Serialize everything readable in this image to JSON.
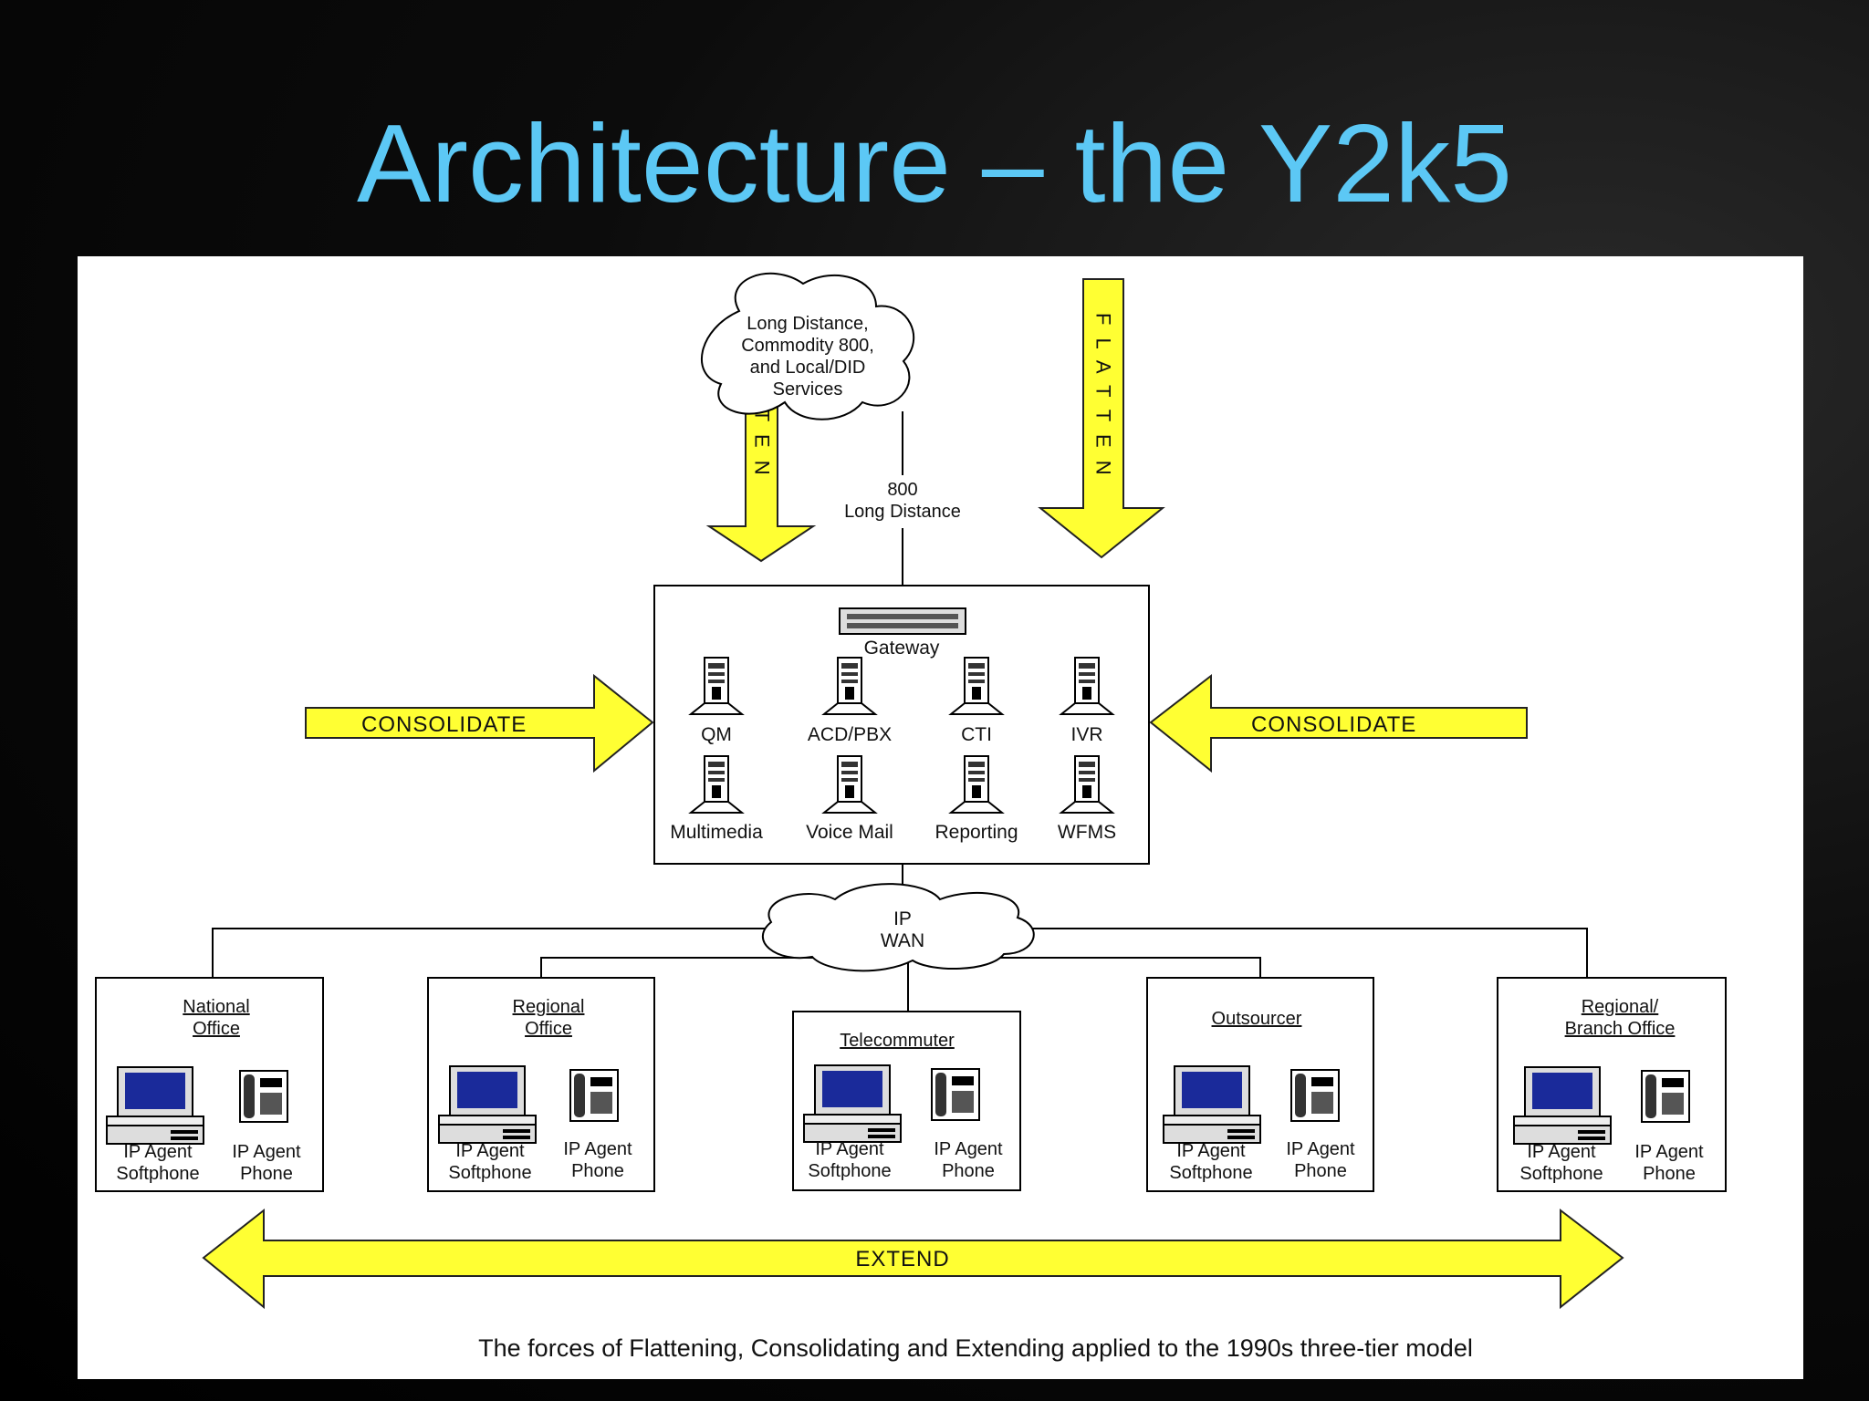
{
  "slide": {
    "title": "Architecture – the Y2k5"
  },
  "colors": {
    "title": "#5cc8f5",
    "arrow_fill": "#ffff33",
    "screen": "#1a2a9a"
  },
  "arrows": {
    "flatten_left": "F L A T T E N",
    "flatten_right": "F L A T T E N",
    "consolidate_left": "CONSOLIDATE",
    "consolidate_right": "CONSOLIDATE",
    "extend": "EXTEND"
  },
  "cloud_top": {
    "lines": [
      "Long Distance,",
      "Commodity 800,",
      "and Local/DID",
      "Services"
    ]
  },
  "link_label": {
    "lines": [
      "800",
      "Long Distance"
    ]
  },
  "data_center": {
    "gateway_label": "Gateway",
    "servers_row1": [
      "QM",
      "ACD/PBX",
      "CTI",
      "IVR"
    ],
    "servers_row2": [
      "Multimedia",
      "Voice Mail",
      "Reporting",
      "WFMS"
    ]
  },
  "cloud_wan": {
    "lines": [
      "IP",
      "WAN"
    ]
  },
  "sites": [
    {
      "title_lines": [
        "National",
        "Office"
      ],
      "softphone_lines": [
        "IP Agent",
        "Softphone"
      ],
      "phone_lines": [
        "IP Agent",
        "Phone"
      ]
    },
    {
      "title_lines": [
        "Regional",
        "Office"
      ],
      "softphone_lines": [
        "IP Agent",
        "Softphone"
      ],
      "phone_lines": [
        "IP Agent",
        "Phone"
      ]
    },
    {
      "title_lines": [
        "Telecommuter"
      ],
      "softphone_lines": [
        "IP Agent",
        "Softphone"
      ],
      "phone_lines": [
        "IP Agent",
        "Phone"
      ]
    },
    {
      "title_lines": [
        "Outsourcer"
      ],
      "softphone_lines": [
        "IP Agent",
        "Softphone"
      ],
      "phone_lines": [
        "IP Agent",
        "Phone"
      ]
    },
    {
      "title_lines": [
        "Regional/",
        "Branch Office"
      ],
      "softphone_lines": [
        "IP Agent",
        "Softphone"
      ],
      "phone_lines": [
        "IP Agent",
        "Phone"
      ]
    }
  ],
  "caption": "The forces of Flattening, Consolidating and Extending applied to the 1990s three-tier model"
}
